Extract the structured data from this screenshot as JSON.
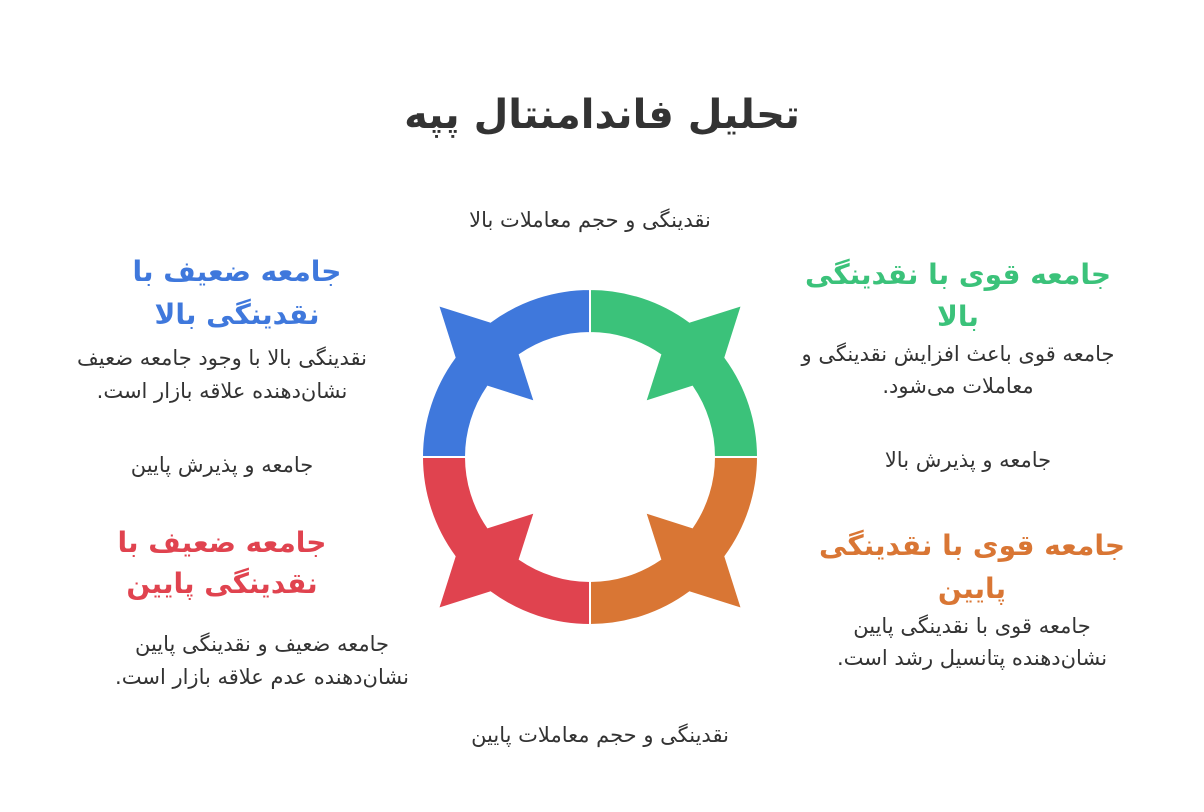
{
  "title": "تحلیل فاندامنتال پپه",
  "axes": {
    "top": "نقدینگی و حجم معاملات بالا",
    "bottom": "نقدینگی و حجم معاملات پایین",
    "right": "جامعه و پذیرش بالا",
    "left": "جامعه و پذیرش پایین"
  },
  "quadrants": {
    "top_left": {
      "heading_1": "جامعه ضعیف با",
      "heading_2": "نقدینگی بالا",
      "body_1": "نقدینگی بالا با وجود جامعه ضعیف",
      "body_2": "نشان‌دهنده علاقه بازار است.",
      "color": "#3f78dc"
    },
    "top_right": {
      "heading_1": "جامعه قوی با نقدینگی",
      "heading_2": "بالا",
      "body_1": "جامعه قوی باعث افزایش نقدینگی و",
      "body_2": "معاملات می‌شود.",
      "color": "#3bc27a"
    },
    "bottom_left": {
      "heading_1": "جامعه ضعیف با",
      "heading_2": "نقدینگی پایین",
      "body_1": "جامعه ضعیف و نقدینگی پایین",
      "body_2": "نشان‌دهنده عدم علاقه بازار است.",
      "color": "#e0434f"
    },
    "bottom_right": {
      "heading_1": "جامعه قوی با نقدینگی",
      "heading_2": "پایین",
      "body_1": "جامعه قوی با نقدینگی پایین",
      "body_2": "نشان‌دهنده پتانسیل رشد است.",
      "color": "#d97634"
    }
  }
}
